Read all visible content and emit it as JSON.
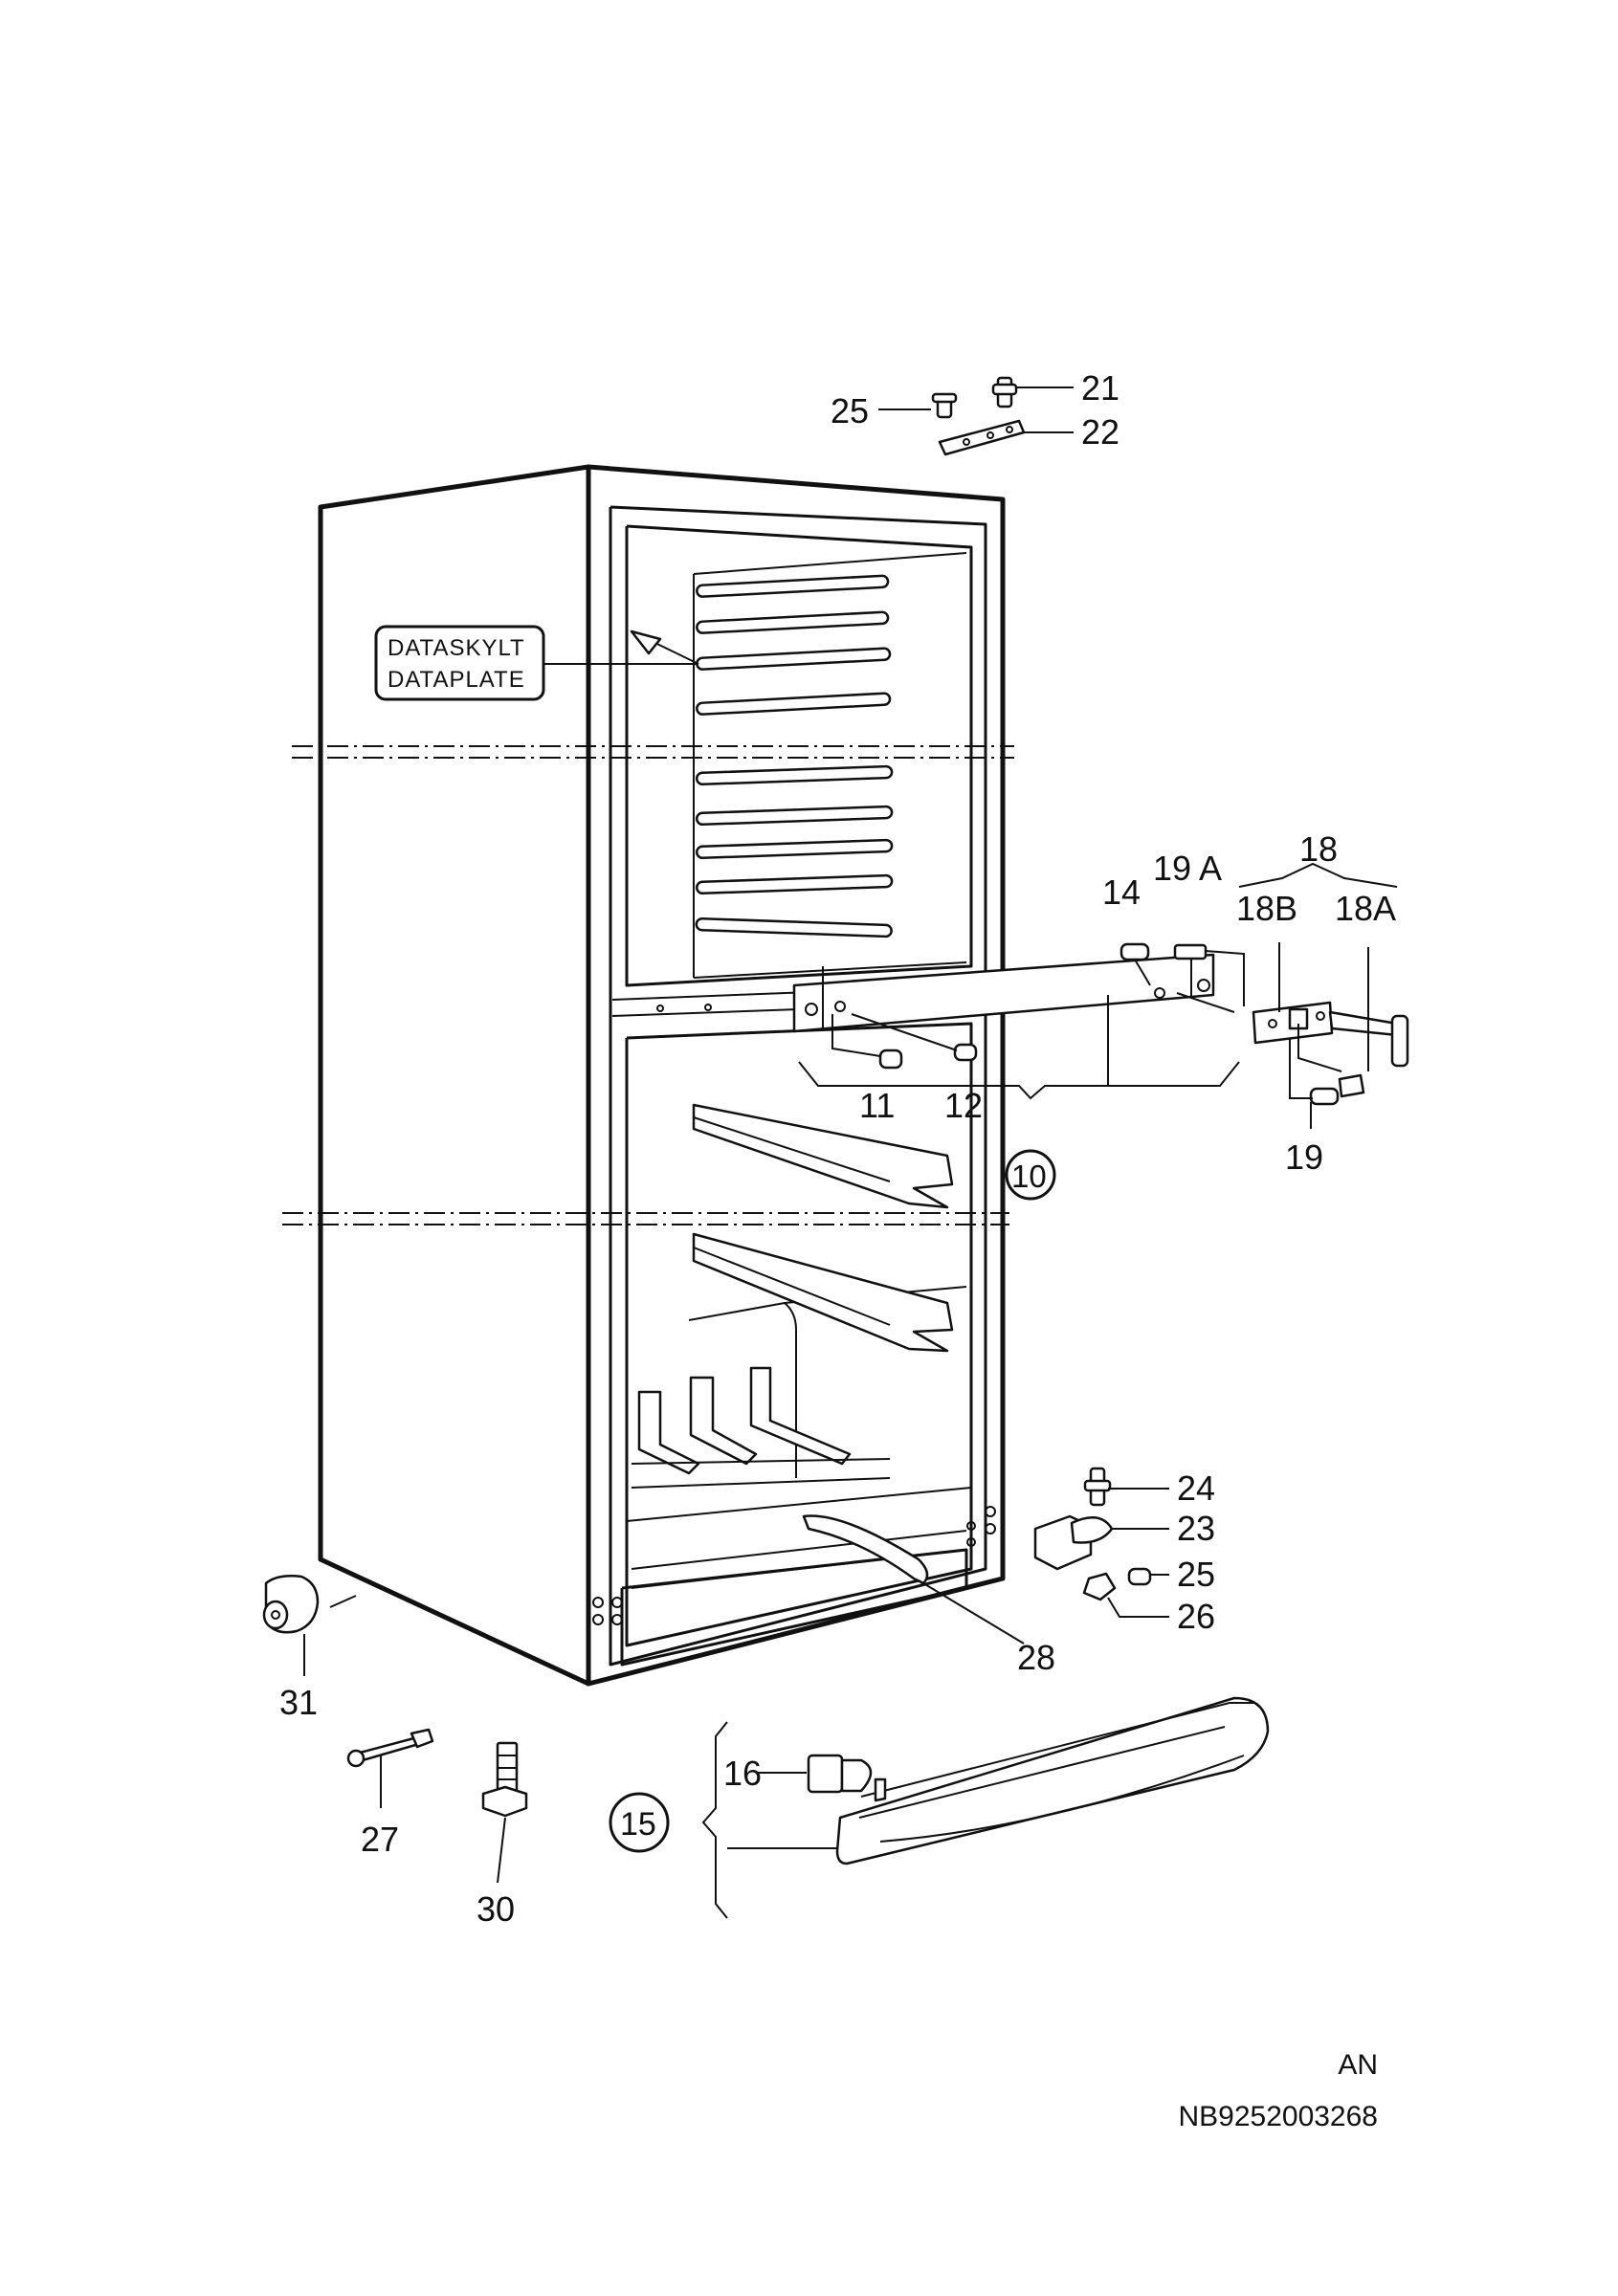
{
  "plate_box": {
    "line1": "DATASKYLT",
    "line2": "DATAPLATE"
  },
  "labels": {
    "p25_top": "25",
    "p21": "21",
    "p22": "22",
    "p18": "18",
    "p19a": "19 A",
    "p18b": "18B",
    "p18a": "18A",
    "p14": "14",
    "p11": "11",
    "p12": "12",
    "p10": "10",
    "p19": "19",
    "p24": "24",
    "p23": "23",
    "p25_bot": "25",
    "p26": "26",
    "p28": "28",
    "p31": "31",
    "p27": "27",
    "p30": "30",
    "p16": "16",
    "p15": "15"
  },
  "footer": {
    "code1": "AN",
    "code2": "NB9252003268"
  }
}
